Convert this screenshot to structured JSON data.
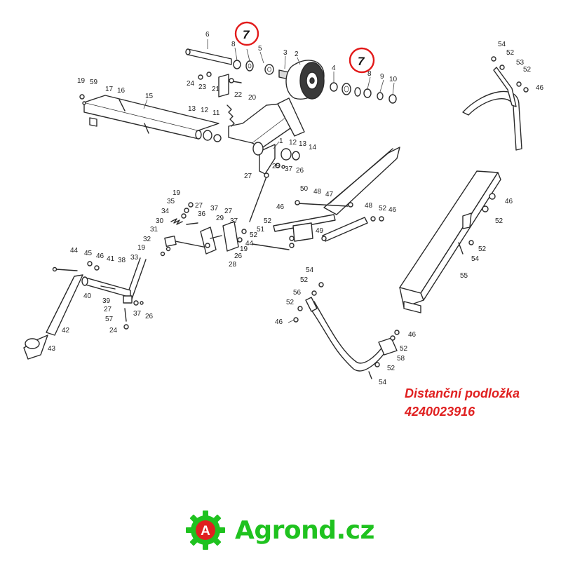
{
  "callouts": [
    {
      "id": "7",
      "text": "7"
    },
    {
      "id": "7",
      "text": "7"
    }
  ],
  "labels": [
    "1",
    "2",
    "3",
    "4",
    "5",
    "6",
    "7",
    "8",
    "9",
    "10",
    "11",
    "12",
    "12",
    "13",
    "13",
    "14",
    "15",
    "16",
    "17",
    "19",
    "19",
    "19",
    "20",
    "21",
    "22",
    "23",
    "24",
    "24",
    "25",
    "26",
    "26",
    "26",
    "27",
    "27",
    "27",
    "27",
    "27",
    "28",
    "29",
    "30",
    "31",
    "32",
    "33",
    "34",
    "35",
    "36",
    "37",
    "37",
    "37",
    "38",
    "39",
    "40",
    "41",
    "42",
    "43",
    "44",
    "44",
    "45",
    "46",
    "46",
    "46",
    "46",
    "46",
    "46",
    "47",
    "48",
    "48",
    "49",
    "50",
    "51",
    "52",
    "52",
    "52",
    "52",
    "52",
    "52",
    "52",
    "52",
    "52",
    "52",
    "53",
    "54",
    "54",
    "54",
    "54",
    "55",
    "56",
    "57",
    "58",
    "59"
  ],
  "part": {
    "name": "Distanční podložka",
    "number": "4240023916"
  },
  "brand": {
    "name": "Agrond.cz",
    "logo_letter": "A",
    "color": "#1fc21f"
  },
  "colors": {
    "highlight": "#e21a1a",
    "caption": "#e02020"
  }
}
